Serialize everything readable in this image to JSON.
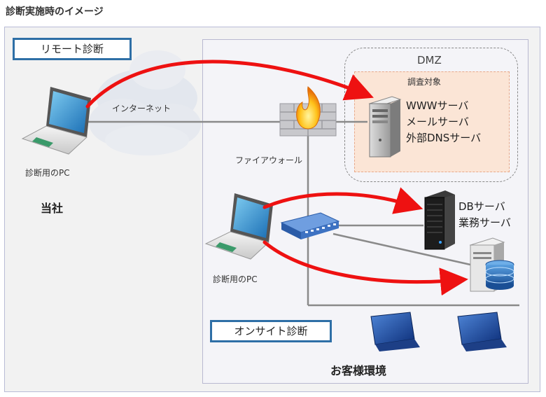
{
  "title": "診断実施時のイメージ",
  "remote_tag": "リモート診断",
  "onsite_tag": "オンサイト診断",
  "internet_label": "インターネット",
  "firewall_label": "ファイアウォール",
  "remote_pc_label": "診断用のPC",
  "onsite_pc_label": "診断用のPC",
  "company_label": "当社",
  "customer_label": "お客様環境",
  "dmz": {
    "label": "DMZ",
    "target_label": "調査対象",
    "servers": [
      "WWWサーバ",
      "メールサーバ",
      "外部DNSサーバ"
    ]
  },
  "internal_servers": [
    "DBサーバ",
    "業務サーバ"
  ],
  "colors": {
    "arrow": "#ee1111",
    "tag_border": "#2e6fa6",
    "dmz_target_fill": "#fbe5d6"
  }
}
